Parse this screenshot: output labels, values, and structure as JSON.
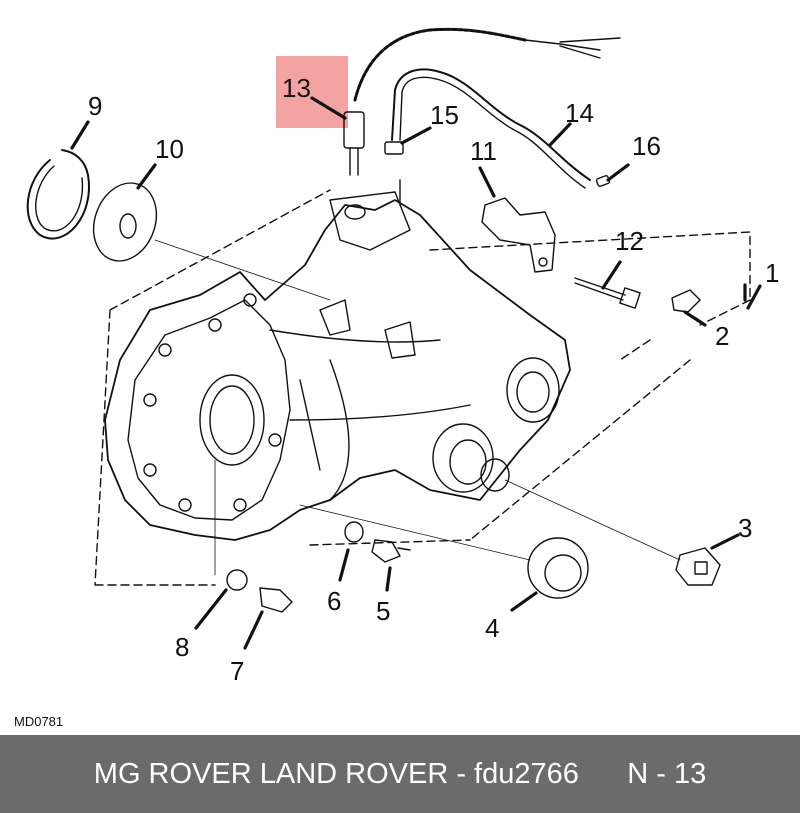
{
  "diagram": {
    "callouts": [
      "1",
      "2",
      "3",
      "4",
      "5",
      "6",
      "7",
      "8",
      "9",
      "10",
      "11",
      "12",
      "13",
      "14",
      "15",
      "16"
    ],
    "highlight_color": "#f4a3a3",
    "highlighted_callout": "13"
  },
  "drawing_code": "MD0781",
  "footer": {
    "text": "MG ROVER LAND ROVER - fdu2766",
    "page_ref": "N - 13",
    "background": "#6b6b6b"
  }
}
